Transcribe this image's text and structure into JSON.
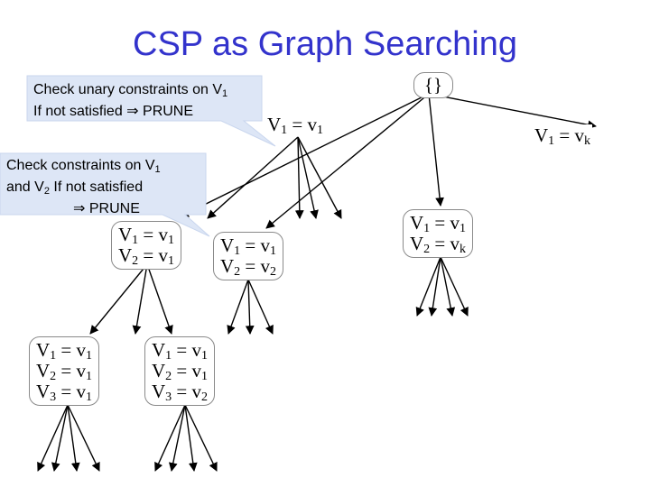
{
  "title": "CSP as Graph Searching",
  "root": "{}",
  "edge_labels": {
    "first": [
      "V",
      "1",
      " = v",
      "1"
    ],
    "last": [
      "V",
      "1",
      " = v",
      "k"
    ]
  },
  "nodes": {
    "n11": [
      [
        "V",
        "1",
        " = v",
        "1"
      ],
      [
        "V",
        "2",
        " = v",
        "1"
      ]
    ],
    "n12": [
      [
        "V",
        "1",
        " = v",
        "1"
      ],
      [
        "V",
        "2",
        " = v",
        "2"
      ]
    ],
    "n1k": [
      [
        "V",
        "1",
        " = v",
        "1"
      ],
      [
        "V",
        "2",
        " = v",
        "k"
      ]
    ],
    "n111": [
      [
        "V",
        "1",
        " = v",
        "1"
      ],
      [
        "V",
        "2",
        " = v",
        "1"
      ],
      [
        "V",
        "3",
        " = v",
        "1"
      ]
    ],
    "n112": [
      [
        "V",
        "1",
        " = v",
        "1"
      ],
      [
        "V",
        "2",
        " = v",
        "1"
      ],
      [
        "V",
        "3",
        " = v",
        "2"
      ]
    ]
  },
  "callouts": {
    "unary": {
      "line1": "Check unary constraints on V",
      "line1_sub": "1",
      "line2": "If not satisfied ⇒ PRUNE"
    },
    "binary": {
      "line1": "Check constraints on V",
      "line1_sub": "1",
      "line2a": "and V",
      "line2_sub": "2",
      "line2b": " If not satisfied",
      "line3": "⇒ PRUNE"
    }
  },
  "colors": {
    "title": "#3333cc",
    "callout_fill": "#dde6f6",
    "callout_edge": "#c9d6ee",
    "line": "#000000"
  }
}
